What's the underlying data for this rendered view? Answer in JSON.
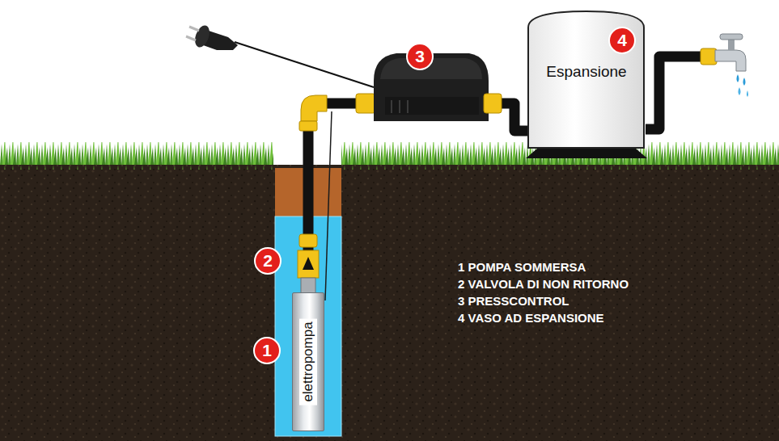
{
  "diagram": {
    "nodes": [
      {
        "text": [
          "Espansione"
        ]
      },
      {
        "text": [
          "elettropompa"
        ]
      }
    ],
    "edges": [
      {
        "from": 1,
        "to": 0,
        "arrow": "none"
      }
    ],
    "labels": [
      "3",
      "4",
      "2",
      "1 POMPA SOMMERSA",
      "2 VALVOLA DI NON RITORNO",
      "3 PRESSCONTROL",
      "4 VASO AD ESPANSIONE",
      "1"
    ]
  }
}
